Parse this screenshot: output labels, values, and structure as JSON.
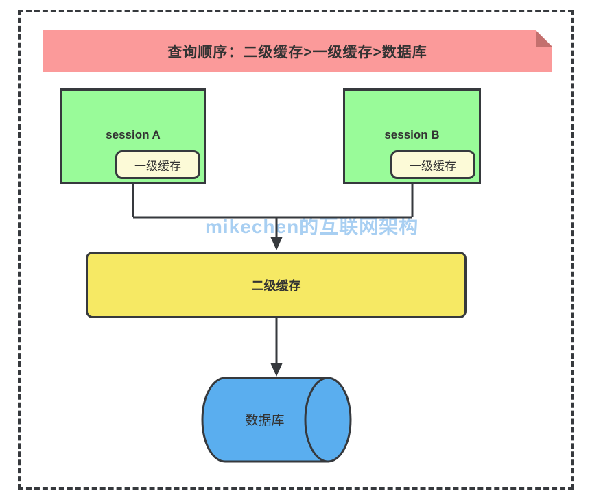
{
  "banner": {
    "text": "查询顺序：二级缓存>一级缓存>数据库"
  },
  "watermark": {
    "text": "mikechen的互联网架构"
  },
  "nodes": {
    "session_a": {
      "label": "session A",
      "cache_label": "一级缓存"
    },
    "session_b": {
      "label": "session B",
      "cache_label": "一级缓存"
    },
    "second_level_cache": {
      "label": "二级缓存"
    },
    "database": {
      "label": "数据库"
    }
  },
  "edges": [
    {
      "from": "session_a",
      "to": "second_level_cache",
      "arrow": true
    },
    {
      "from": "session_b",
      "to": "second_level_cache",
      "arrow": true
    },
    {
      "from": "second_level_cache",
      "to": "database",
      "arrow": true
    }
  ],
  "colors": {
    "banner_bg": "#FB9A9A",
    "banner_fold": "#C4706E",
    "session_bg": "#99FB99",
    "first_level_cache_bg": "#FCFAD7",
    "second_level_cache_bg": "#F6E964",
    "database_bg": "#5AAEEF",
    "watermark": "#A8CFF2",
    "line": "#36393D",
    "text": "#333333"
  }
}
